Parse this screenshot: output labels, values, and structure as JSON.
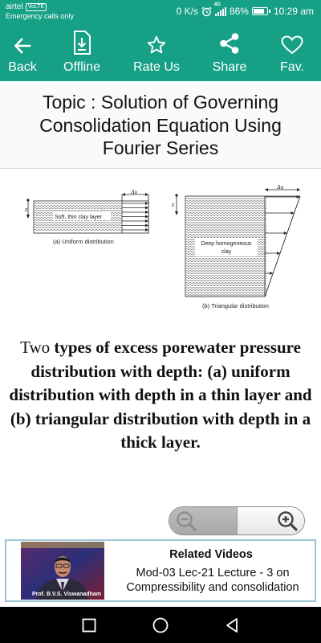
{
  "status_bar": {
    "carrier": "airtel",
    "carrier_badge": "VoLTE",
    "emergency_text": "Emergency calls only",
    "network_speed": "0 K/s",
    "network_type": "4G",
    "battery_percent": "86%",
    "battery_level": 0.86,
    "time": "10:29 am"
  },
  "toolbar": {
    "color": "#16a086",
    "buttons": [
      {
        "label": "Back",
        "icon": "arrow-left-icon"
      },
      {
        "label": "Offline",
        "icon": "download-file-icon"
      },
      {
        "label": "Rate Us",
        "icon": "star-outline-icon"
      },
      {
        "label": "Share",
        "icon": "share-icon"
      },
      {
        "label": "Fav.",
        "icon": "heart-outline-icon"
      }
    ]
  },
  "topic": {
    "title": "Topic : Solution of Governing Consolidation Equation Using Fourier Series"
  },
  "figure": {
    "left_panel": {
      "label_z": "z",
      "label_du": "Δu",
      "layer_label": "Soft, thin clay layer",
      "caption": "(a) Uniform distribution"
    },
    "right_panel": {
      "label_z": "z",
      "label_du": "Δu",
      "layer_label_line1": "Deep homogeneous",
      "layer_label_line2": "clay",
      "caption": "(b) Triangular distribution"
    }
  },
  "description": {
    "lead": "Two",
    "rest": "types of excess porewater pressure distribution with depth: (a) uniform distribution with depth in a thin layer and (b) triangular distribution with depth in a thick layer."
  },
  "zoom": {
    "zoom_out_icon": "zoom-out-icon",
    "zoom_in_icon": "zoom-in-icon"
  },
  "related": {
    "title": "Related Videos",
    "subtitle": "Mod-03 Lec-21 Lecture - 3 on Compressibility and consolidation",
    "thumbnail_caption": "Prof. B.V.S. Viswanadham",
    "border_color": "#9ec5d8"
  },
  "nav_bar": {
    "buttons": [
      "square-recents-icon",
      "circle-home-icon",
      "triangle-back-icon"
    ]
  }
}
